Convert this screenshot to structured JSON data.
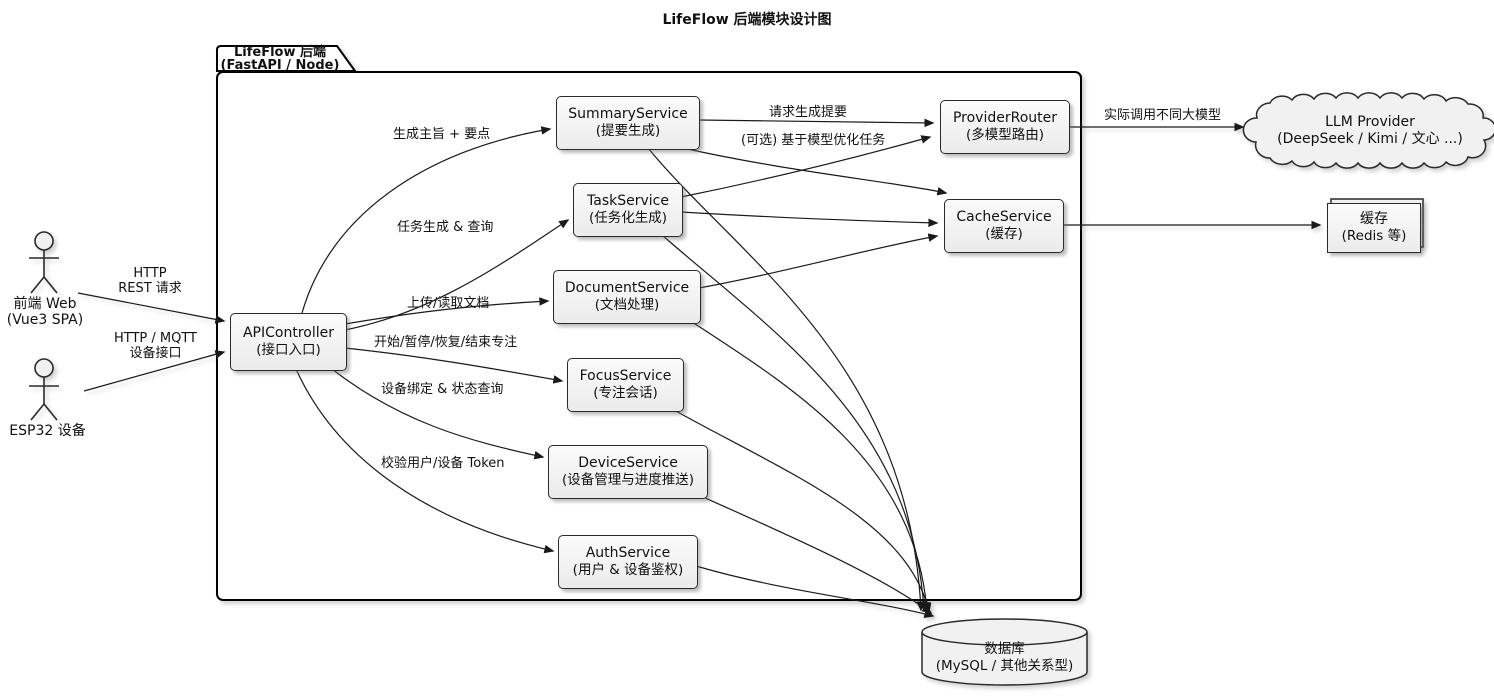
{
  "title": "LifeFlow 后端模块设计图",
  "package": {
    "name": "LifeFlow 后端",
    "subtitle": "(FastAPI / Node)"
  },
  "actors": {
    "frontend": {
      "name": "前端 Web",
      "subtitle": "(Vue3 SPA)"
    },
    "esp32": {
      "name": "ESP32 设备"
    }
  },
  "nodes": {
    "api": {
      "name": "APIController",
      "subtitle": "(接口入口)"
    },
    "summary": {
      "name": "SummaryService",
      "subtitle": "(提要生成)"
    },
    "task": {
      "name": "TaskService",
      "subtitle": "(任务化生成)"
    },
    "document": {
      "name": "DocumentService",
      "subtitle": "(文档处理)"
    },
    "focus": {
      "name": "FocusService",
      "subtitle": "(专注会话)"
    },
    "device": {
      "name": "DeviceService",
      "subtitle": "(设备管理与进度推送)"
    },
    "auth": {
      "name": "AuthService",
      "subtitle": "(用户 & 设备鉴权)"
    },
    "provider": {
      "name": "ProviderRouter",
      "subtitle": "(多模型路由)"
    },
    "cache": {
      "name": "CacheService",
      "subtitle": "(缓存)"
    },
    "llm": {
      "name": "LLM Provider",
      "subtitle": "(DeepSeek / Kimi / 文心 ...)"
    },
    "redis": {
      "name": "缓存",
      "subtitle": "(Redis 等)"
    },
    "db": {
      "name": "数据库",
      "subtitle": "(MySQL / 其他关系型)"
    }
  },
  "edge_labels": {
    "frontend_api": {
      "line1": "HTTP",
      "line2": "REST 请求"
    },
    "esp32_api": {
      "line1": "HTTP / MQTT",
      "line2": "设备接口"
    },
    "api_summary": "生成主旨 + 要点",
    "api_task": "任务生成 & 查询",
    "api_document": "上传/读取文档",
    "api_focus": "开始/暂停/恢复/结束专注",
    "api_device": "设备绑定 & 状态查询",
    "api_auth": "校验用户/设备 Token",
    "summary_provider": "请求生成提要",
    "task_provider": "(可选) 基于模型优化任务",
    "provider_llm": "实际调用不同大模型"
  },
  "colors": {
    "node_fill": "#f1f1f1",
    "node_border": "#222222",
    "edge": "#1a1a1a",
    "background": "#ffffff"
  }
}
